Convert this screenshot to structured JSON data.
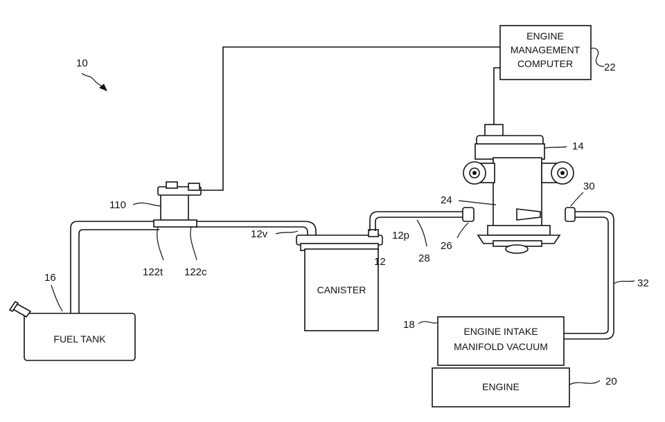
{
  "figure_ref": "10",
  "boxes": {
    "emc": [
      "ENGINE",
      "MANAGEMENT",
      "COMPUTER"
    ],
    "fuel_tank": "FUEL TANK",
    "canister": "CANISTER",
    "intake": [
      "ENGINE INTAKE",
      "MANIFOLD VACUUM"
    ],
    "engine": "ENGINE"
  },
  "refs": {
    "r22": "22",
    "r14": "14",
    "r30": "30",
    "r24": "24",
    "r26": "26",
    "r28": "28",
    "r12p": "12p",
    "r12v": "12v",
    "r12": "12",
    "r110": "110",
    "r122t": "122t",
    "r122c": "122c",
    "r16": "16",
    "r18": "18",
    "r32": "32",
    "r20": "20"
  }
}
